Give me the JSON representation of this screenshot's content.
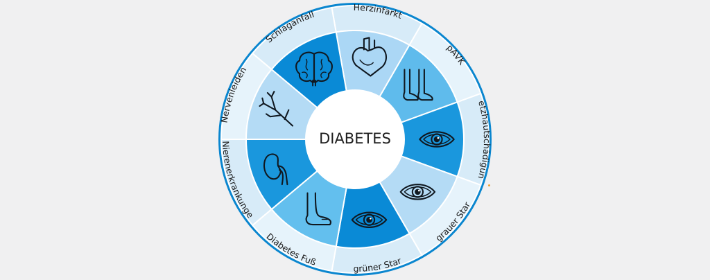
{
  "center": {
    "title": "DIABETES"
  },
  "colors": {
    "background": "#f0f0f1",
    "outer_ring_stroke": "#0a86cf",
    "ring_light": "#d7ebf8",
    "ring_lighter": "#e6f3fb",
    "separator": "#ffffff",
    "accent_dot": "#f0a030",
    "icon_stroke": "#101820"
  },
  "segments": [
    {
      "label": "Herzinfarkt",
      "icon": "heart-icon",
      "fill": "#abd7f5"
    },
    {
      "label": "pAVK",
      "icon": "legs-feet-icon",
      "fill": "#5fbbec"
    },
    {
      "label": "Netzhautschädigung",
      "icon": "eye-icon",
      "fill": "#1a97dd"
    },
    {
      "label": "grauer Star",
      "icon": "eye-icon",
      "fill": "#b4dbf5"
    },
    {
      "label": "grüner Star",
      "icon": "eye-icon",
      "fill": "#0a8ad6"
    },
    {
      "label": "Diabetes Fuß",
      "icon": "foot-icon",
      "fill": "#63bfee"
    },
    {
      "label": "Nierenerkrankungen",
      "icon": "kidney-icon",
      "fill": "#1a97dd"
    },
    {
      "label": "Nervenleiden",
      "icon": "nerve-icon",
      "fill": "#b4dbf5"
    },
    {
      "label": "Schlaganfall",
      "icon": "brain-icon",
      "fill": "#0a8ad6"
    }
  ]
}
